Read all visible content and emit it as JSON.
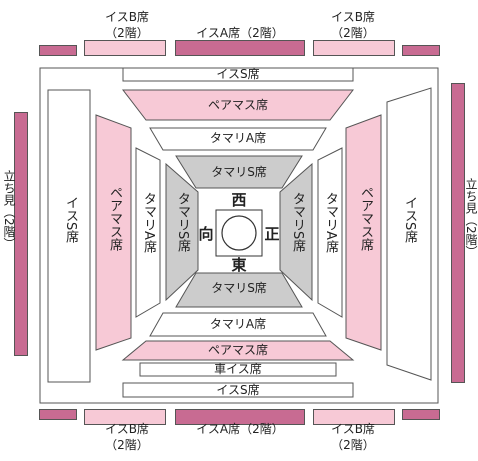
{
  "top": {
    "left_label": "イスB席",
    "left_sub": "（2階）",
    "center_label": "イスA席（2階）",
    "right_label": "イスB席",
    "right_sub": "（2階）"
  },
  "bottom": {
    "left_label": "イスB席",
    "left_sub": "（2階）",
    "center_label": "イスA席（2階）",
    "right_label": "イスB席",
    "right_sub": "（2階）"
  },
  "side_left": "立ち見（2階）",
  "side_right": "立ち見（2階）",
  "arena": {
    "chair_s_top": "イスS席",
    "chair_s_bottom": "イスS席",
    "chair_s_left": "イスS席",
    "chair_s_right": "イスS席",
    "pair_masu_top": "ペアマス席",
    "pair_masu_bottom": "ペアマス席",
    "pair_masu_left": "ペアマス席",
    "pair_masu_right": "ペアマス席",
    "tamari_a_top": "タマリA席",
    "tamari_a_bottom": "タマリA席",
    "tamari_a_left": "タマリA席",
    "tamari_a_right": "タマリA席",
    "tamari_s_top": "タマリS席",
    "tamari_s_bottom": "タマリS席",
    "tamari_s_left": "タマリS席",
    "tamari_s_right": "タマリS席",
    "wheelchair": "車イス席"
  },
  "ring": {
    "west": "西",
    "east": "東",
    "mukou": "向",
    "shou": "正"
  },
  "colors": {
    "pink": "#f7c9d6",
    "dark_pink": "#c86b92",
    "gray": "#cccccc",
    "outline": "#555555"
  }
}
